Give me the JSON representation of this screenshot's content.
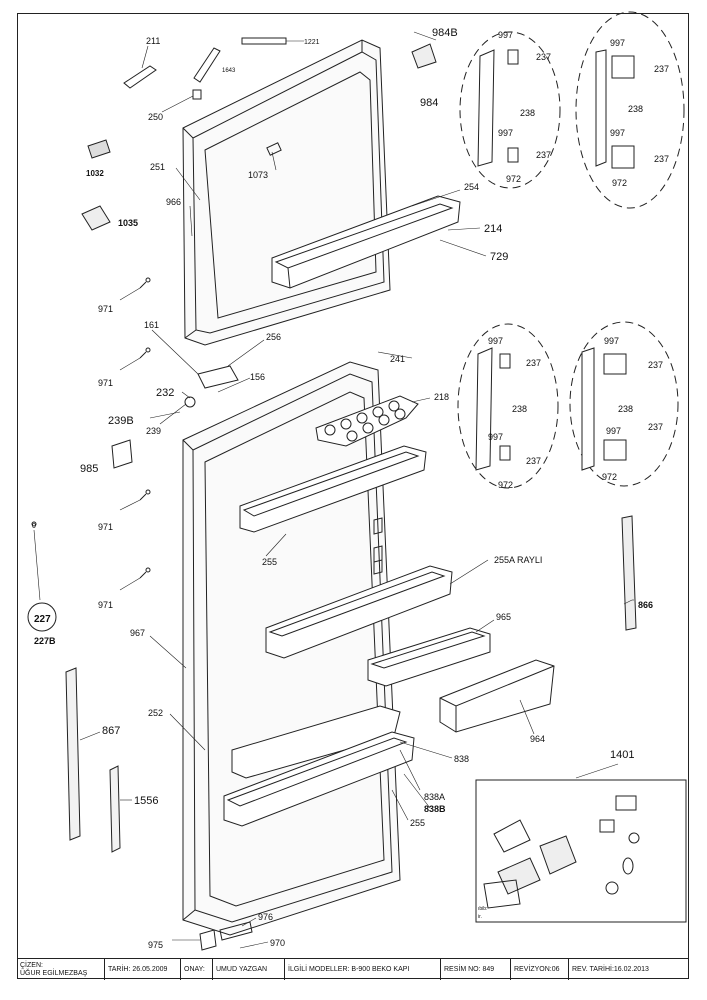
{
  "labels": {
    "p211": "211",
    "p1221": "1221",
    "p984b": "984B",
    "p984": "984",
    "p1643": "1643",
    "p250": "250",
    "p1032": "1032",
    "p251": "251",
    "p1073": "1073",
    "p966": "966",
    "p1035": "1035",
    "p254": "254",
    "p214": "214",
    "p729": "729",
    "p971a": "971",
    "p161": "161",
    "p256": "256",
    "p971b": "971",
    "p156": "156",
    "p232": "232",
    "p241": "241",
    "p218": "218",
    "p239b": "239B",
    "p239": "239",
    "p985": "985",
    "p971c": "971",
    "p255a": "255",
    "p255arayli": "255A  RAYLI",
    "p971d": "971",
    "p0": "0",
    "p227": "227",
    "p227b": "227B",
    "p967": "967",
    "p965": "965",
    "p866": "866",
    "p252": "252",
    "p867": "867",
    "p964": "964",
    "p838": "838",
    "p838a": "838A",
    "p838b": "838B",
    "p255b": "255",
    "p1556": "1556",
    "p1401": "1401",
    "p976": "976",
    "p975": "975",
    "p970": "970",
    "h1_997a": "997",
    "h1_237a": "237",
    "h1_238": "238",
    "h1_997b": "997",
    "h1_237b": "237",
    "h1_972": "972",
    "h2_997a": "997",
    "h2_237a": "237",
    "h2_238": "238",
    "h2_997b": "997",
    "h2_237b": "237",
    "h2_972": "972",
    "h3_997a": "997",
    "h3_237a": "237",
    "h3_238": "238",
    "h3_997b": "997",
    "h3_237b": "237",
    "h3_972": "972",
    "h4_997a": "997",
    "h4_237a": "237",
    "h4_238": "238",
    "h4_997b": "997",
    "h4_237b": "237",
    "h4_972": "972",
    "kit_a": "ıbib:",
    "kit_b": "ir."
  },
  "title_block": {
    "cizen_label": "ÇİZEN:",
    "cizen_name": "ÜĞUR EGİLMEZBAŞ",
    "tarih": "TARİH: 26.05.2009",
    "onay_label": "ONAY:",
    "onay_name": "UMUD YAZGAN",
    "modeller": "İLGİLİ MODELLER: B-900 BEKO KAPI",
    "resim_no": "RESİM NO: 849",
    "revizyon": "REVİZYON:06",
    "rev_tarihi": "REV. TARİHİ:16.02.2013"
  }
}
